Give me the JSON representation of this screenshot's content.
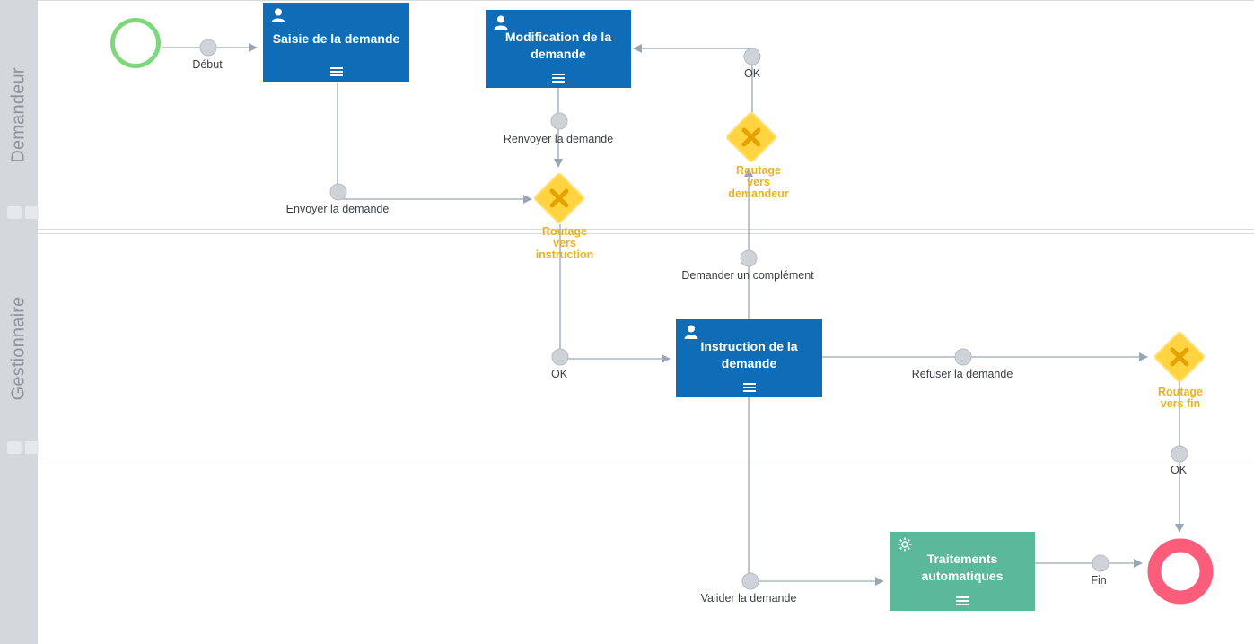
{
  "lanes": [
    {
      "label": "Demandeur"
    },
    {
      "label": "Gestionnaire"
    },
    {
      "label": ""
    }
  ],
  "tasks": {
    "saisie": {
      "label": "Saisie de la demande",
      "type": "user-task"
    },
    "modification": {
      "label": "Modification de la demande",
      "type": "user-task"
    },
    "instruction": {
      "label": "Instruction de la demande",
      "type": "user-task"
    },
    "traitements": {
      "label": "Traitements automatiques",
      "type": "service-task"
    }
  },
  "gateways": {
    "routage_instruction": {
      "label": "Routage\nvers\ninstruction"
    },
    "routage_demandeur": {
      "label": "Routage\nvers\ndemandeur"
    },
    "routage_fin": {
      "label": "Routage\nvers fin"
    }
  },
  "flows": {
    "debut": "Début",
    "envoyer": "Envoyer la demande",
    "renvoyer": "Renvoyer la demande",
    "ok_modif": "OK",
    "demander_complement": "Demander un complément",
    "ok_instruction": "OK",
    "refuser": "Refuser la demande",
    "ok_fin": "OK",
    "valider": "Valider la demande",
    "fin": "Fin"
  },
  "colors": {
    "user_task": "#0f6db7",
    "service_task": "#5bb89a",
    "start_event": "#7dd87d",
    "end_event": "#fb5d7a",
    "gateway": "#ffd440",
    "gateway_mark": "#e6a200",
    "connector": "#9aa6b6",
    "flow_dot": "#cfd3d9"
  }
}
